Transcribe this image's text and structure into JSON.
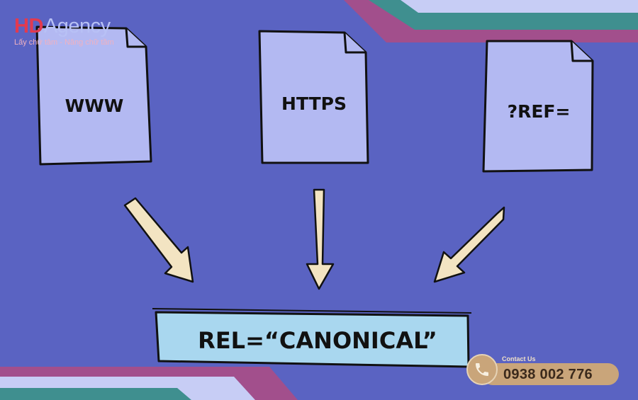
{
  "colors": {
    "background": "#5a63c2",
    "document_fill": "#b3b9f2",
    "arrow_fill": "#f3e4c2",
    "canonical_fill": "#a9d7ef",
    "stripe_teal": "#3f8f8f",
    "stripe_magenta": "#a24f8c",
    "stripe_light": "#c7cdf5"
  },
  "logo": {
    "brand_hd": "HD",
    "brand_agency": "Agency",
    "tagline": "Lấy chữ tâm - Nâng chữ tầm"
  },
  "documents": [
    {
      "label": "WWW"
    },
    {
      "label": "HTTPS"
    },
    {
      "label": "?REF="
    }
  ],
  "canonical": {
    "label": "REL=“CANONICAL”"
  },
  "contact": {
    "label": "Contact Us",
    "phone": "0938 002 776",
    "icon": "phone-icon"
  }
}
